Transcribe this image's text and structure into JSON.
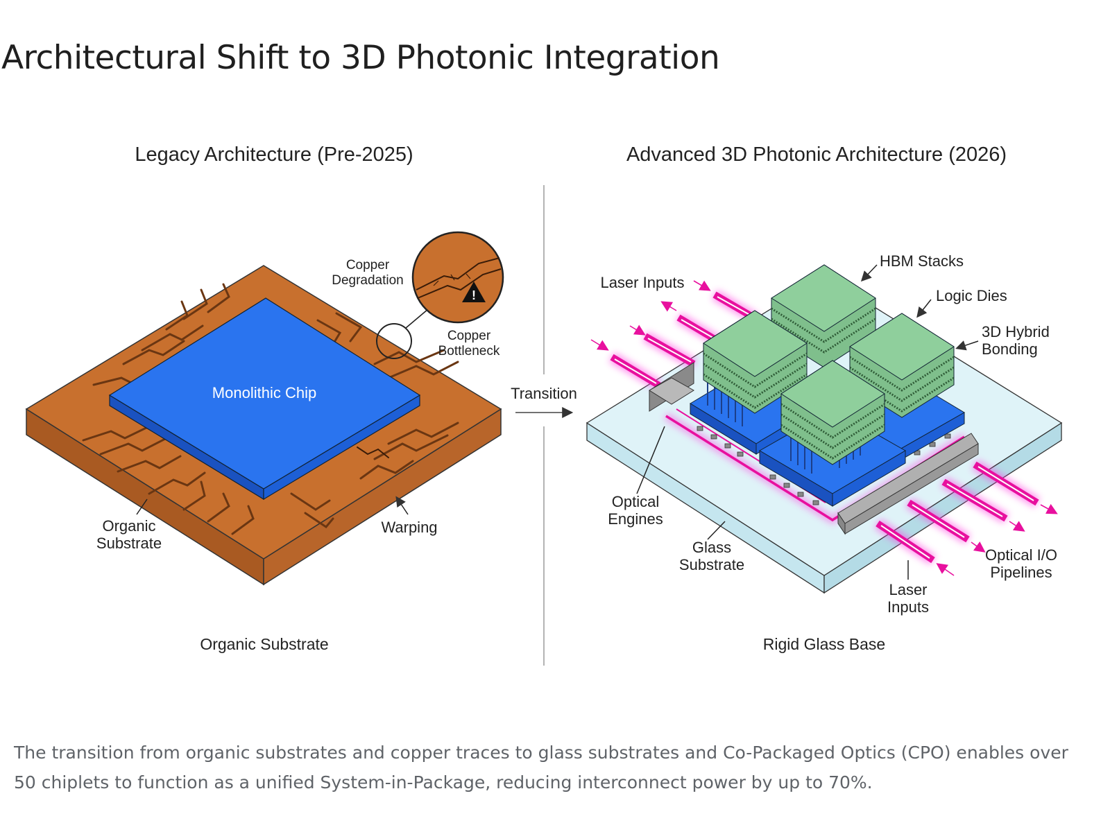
{
  "title": "Architectural Shift to 3D Photonic Integration",
  "legacy": {
    "title": "Legacy Architecture (Pre-2025)",
    "chip_label": "Monolithic Chip",
    "callout_degradation": [
      "Copper",
      "Degradation"
    ],
    "callout_bottleneck": [
      "Copper",
      "Bottleneck"
    ],
    "label_organic": [
      "Organic",
      "Substrate"
    ],
    "label_warping": "Warping",
    "footer": "Organic Substrate",
    "colors": {
      "substrate": "#c8702e",
      "chip": "#1f66e5"
    }
  },
  "transition_label": "Transition",
  "advanced": {
    "title": "Advanced 3D Photonic Architecture (2026)",
    "labels": {
      "hbm": "HBM Stacks",
      "logic": "Logic Dies",
      "hybrid": [
        "3D Hybrid",
        "Bonding"
      ],
      "laser_top": "Laser Inputs",
      "optical_engines": [
        "Optical",
        "Engines"
      ],
      "glass": [
        "Glass",
        "Substrate"
      ],
      "optical_io": [
        "Optical I/O",
        "Pipelines"
      ],
      "laser_bottom": [
        "Laser",
        "Inputs"
      ]
    },
    "footer": "Rigid Glass Base",
    "colors": {
      "glass": "#dff3f8",
      "hbm": "#8fcf9c",
      "logic": "#1f66e5",
      "photonic": "#ff1fd4"
    }
  },
  "caption": "The transition from organic substrates and copper traces to glass substrates and Co-Packaged Optics (CPO) enables over 50 chiplets to function as a unified System-in-Package, reducing interconnect power by up to 70%."
}
